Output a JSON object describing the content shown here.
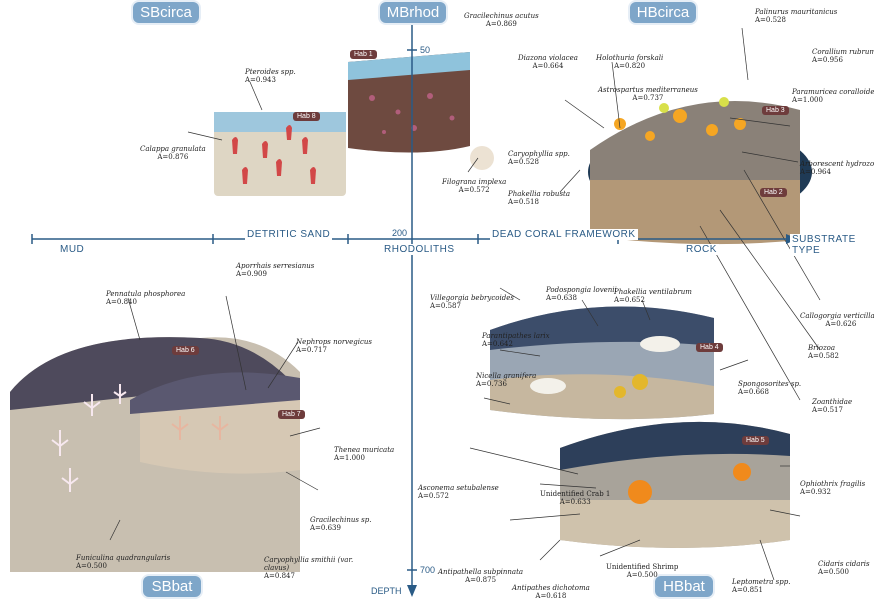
{
  "zones": {
    "sb_circa": "SBcirca",
    "mb_rhod": "MBrhod",
    "hb_circa": "HBcirca",
    "sb_bat": "SBbat",
    "hb_bat": "HBbat"
  },
  "axes": {
    "substrate_label": "SUBSTRATE TYPE",
    "depth_label": "DEPTH",
    "substrates": [
      "MUD",
      "DETRITIC SAND",
      "RHODOLITHS",
      "DEAD CORAL FRAMEWORK",
      "ROCK"
    ],
    "depth_marks": [
      "50",
      "200",
      "700"
    ]
  },
  "habitats": [
    "Hab 1",
    "Hab 2",
    "Hab 3",
    "Hab 4",
    "Hab 5",
    "Hab 6",
    "Hab 7",
    "Hab 8"
  ],
  "species": [
    {
      "name": "Pteroides spp.",
      "abund": "A=0.943"
    },
    {
      "name": "Calappa granulata",
      "abund": "A=0.876"
    },
    {
      "name": "Filograna implexa",
      "abund": "A=0.572"
    },
    {
      "name": "Gracilechinus acutus",
      "abund": "A=0.869"
    },
    {
      "name": "Holothuria forskali",
      "abund": "A=0.820"
    },
    {
      "name": "Palinurus mauritanicus",
      "abund": "A=0.528"
    },
    {
      "name": "Diazona violacea",
      "abund": "A=0.664"
    },
    {
      "name": "Corallium rubrum",
      "abund": "A=0.956"
    },
    {
      "name": "Astrospartus mediterraneus",
      "abund": "A=0.737"
    },
    {
      "name": "Paramuricea coralloides",
      "abund": "A=1.000"
    },
    {
      "name": "Caryophyllia spp.",
      "abund": "A=0.528"
    },
    {
      "name": "Phakellia robusta",
      "abund": "A=0.518"
    },
    {
      "name": "Arborescent hydrozoa",
      "abund": "A=0.964"
    },
    {
      "name": "Villegorgia bebrycoides",
      "abund": "A=0.587"
    },
    {
      "name": "Podospongia lovenii",
      "abund": "A=0.638"
    },
    {
      "name": "Phakellia ventilabrum",
      "abund": "A=0.652"
    },
    {
      "name": "Callogorgia verticillata",
      "abund": "A=0.626"
    },
    {
      "name": "Pennatula phosphorea",
      "abund": "A=0.840"
    },
    {
      "name": "Aporrhais serresianus",
      "abund": "A=0.909"
    },
    {
      "name": "Nephrops norvegicus",
      "abund": "A=0.717"
    },
    {
      "name": "Parantipathes larix",
      "abund": "A=0.642"
    },
    {
      "name": "Briozoa",
      "abund": "A=0.582"
    },
    {
      "name": "Nicella granifera",
      "abund": "A=0.736"
    },
    {
      "name": "Spongosorites sp.",
      "abund": "A=0.668"
    },
    {
      "name": "Zoanthidae",
      "abund": "A=0.517"
    },
    {
      "name": "Thenea muricata",
      "abund": "A=1.000"
    },
    {
      "name": "Gracilechinus sp.",
      "abund": "A=0.639"
    },
    {
      "name": "Asconema setubalense",
      "abund": "A=0.572"
    },
    {
      "name": "Unidentified Crab 1",
      "abund": "A=0.633"
    },
    {
      "name": "Ophiothrix fragilis",
      "abund": "A=0.932"
    },
    {
      "name": "Funiculina quadrangularis",
      "abund": "A=0.500"
    },
    {
      "name": "Caryophyllia smithii (var. clavus)",
      "abund": "A=0.847"
    },
    {
      "name": "Antipathella subpinnata",
      "abund": "A=0.875"
    },
    {
      "name": "Antipathes dichotoma",
      "abund": "A=0.618"
    },
    {
      "name": "Unidentified Shrimp",
      "abund": "A=0.500"
    },
    {
      "name": "Leptometra spp.",
      "abund": "A=0.851"
    },
    {
      "name": "Cidaris cidaris",
      "abund": "A=0.500"
    }
  ],
  "colors": {
    "axis": "#2a5b86",
    "zone_label_bg": "#7ea6c9",
    "hab_label_bg": "#6e3c3c"
  }
}
